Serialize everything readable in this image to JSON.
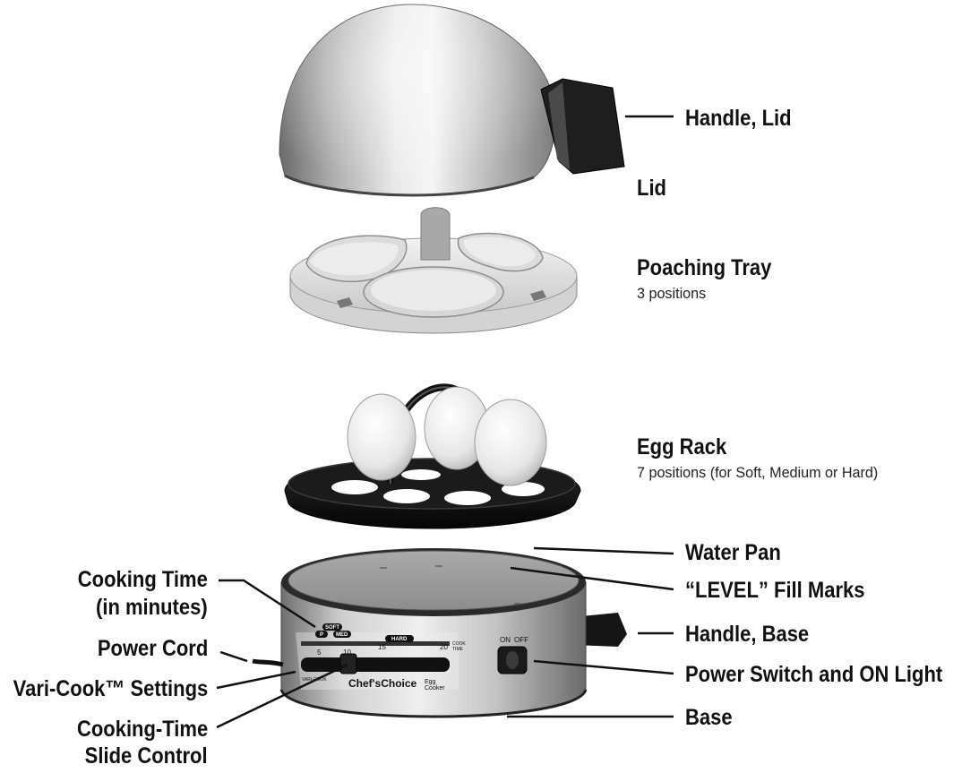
{
  "labels": {
    "handle_lid": "Handle, Lid",
    "lid": "Lid",
    "poaching_tray": "Poaching Tray",
    "poaching_tray_sub": "3 positions",
    "egg_rack": "Egg Rack",
    "egg_rack_sub": "7 positions (for Soft, Medium or Hard)",
    "water_pan": "Water Pan",
    "level_marks": "“LEVEL” Fill Marks",
    "handle_base": "Handle, Base",
    "power_switch": "Power Switch and ON Light",
    "base": "Base",
    "cooking_time_1": "Cooking Time",
    "cooking_time_2": "(in minutes)",
    "power_cord": "Power Cord",
    "vari_cook": "Vari-Cook™ Settings",
    "slide_control_1": "Cooking-Time",
    "slide_control_2": "Slide Control"
  },
  "device": {
    "brand": "Chef'sChoice",
    "product_line1": "Egg",
    "product_line2": "Cooker",
    "on_label": "ON",
    "off_label": "OFF",
    "soft": "SOFT",
    "med": "MED",
    "hard": "HARD",
    "p_mark": "P",
    "scale_5": "5",
    "scale_10": "10",
    "scale_15": "15",
    "scale_20": "20",
    "cook_time_1": "COOK",
    "cook_time_2": "TIME",
    "vari_cook_small": "VARI-COOK"
  },
  "colors": {
    "label_text": "#111111",
    "stainless": "#b8b8b8",
    "tray": "#e4e4e4",
    "rack": "#1a1a1a",
    "egg": "#efefef"
  }
}
